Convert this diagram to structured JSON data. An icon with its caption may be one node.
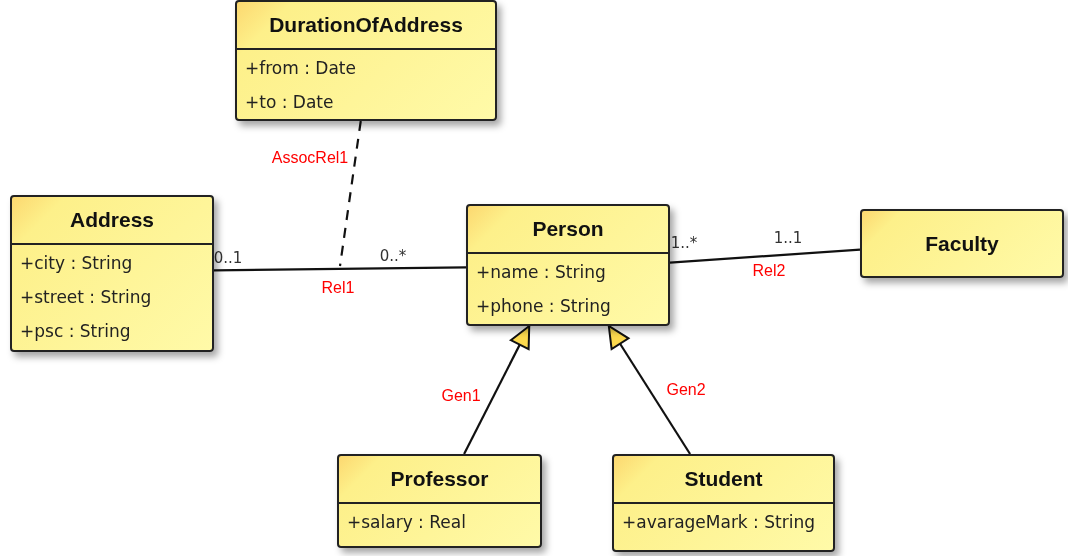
{
  "diagram": {
    "nodes": [
      {
        "text": [
          "DurationOfAddress",
          "+from : Date",
          "+to : Date"
        ]
      },
      {
        "text": [
          "Address",
          "+city : String",
          "+street : String",
          "+psc : String"
        ]
      },
      {
        "text": [
          "Person",
          "+name : String",
          "+phone : String"
        ]
      },
      {
        "text": [
          "Faculty"
        ]
      },
      {
        "text": [
          "Professor",
          "+salary : Real"
        ]
      },
      {
        "text": [
          "Student",
          "+avarageMark : String"
        ]
      }
    ],
    "edges": [
      {
        "from": 1,
        "to": 2,
        "arrow": "none",
        "label": "Rel1"
      },
      {
        "from": 2,
        "to": 3,
        "arrow": "none",
        "label": "Rel2"
      },
      {
        "from": 4,
        "to": 2,
        "arrow": "to",
        "label": "Gen1"
      },
      {
        "from": 5,
        "to": 2,
        "arrow": "to",
        "label": "Gen2"
      },
      {
        "from": 0,
        "to": null,
        "arrow": "none",
        "label": "AssocRel1",
        "style": "dashed"
      }
    ],
    "labels": [
      "0..1",
      "0..*",
      "1..*",
      "1..1"
    ]
  }
}
